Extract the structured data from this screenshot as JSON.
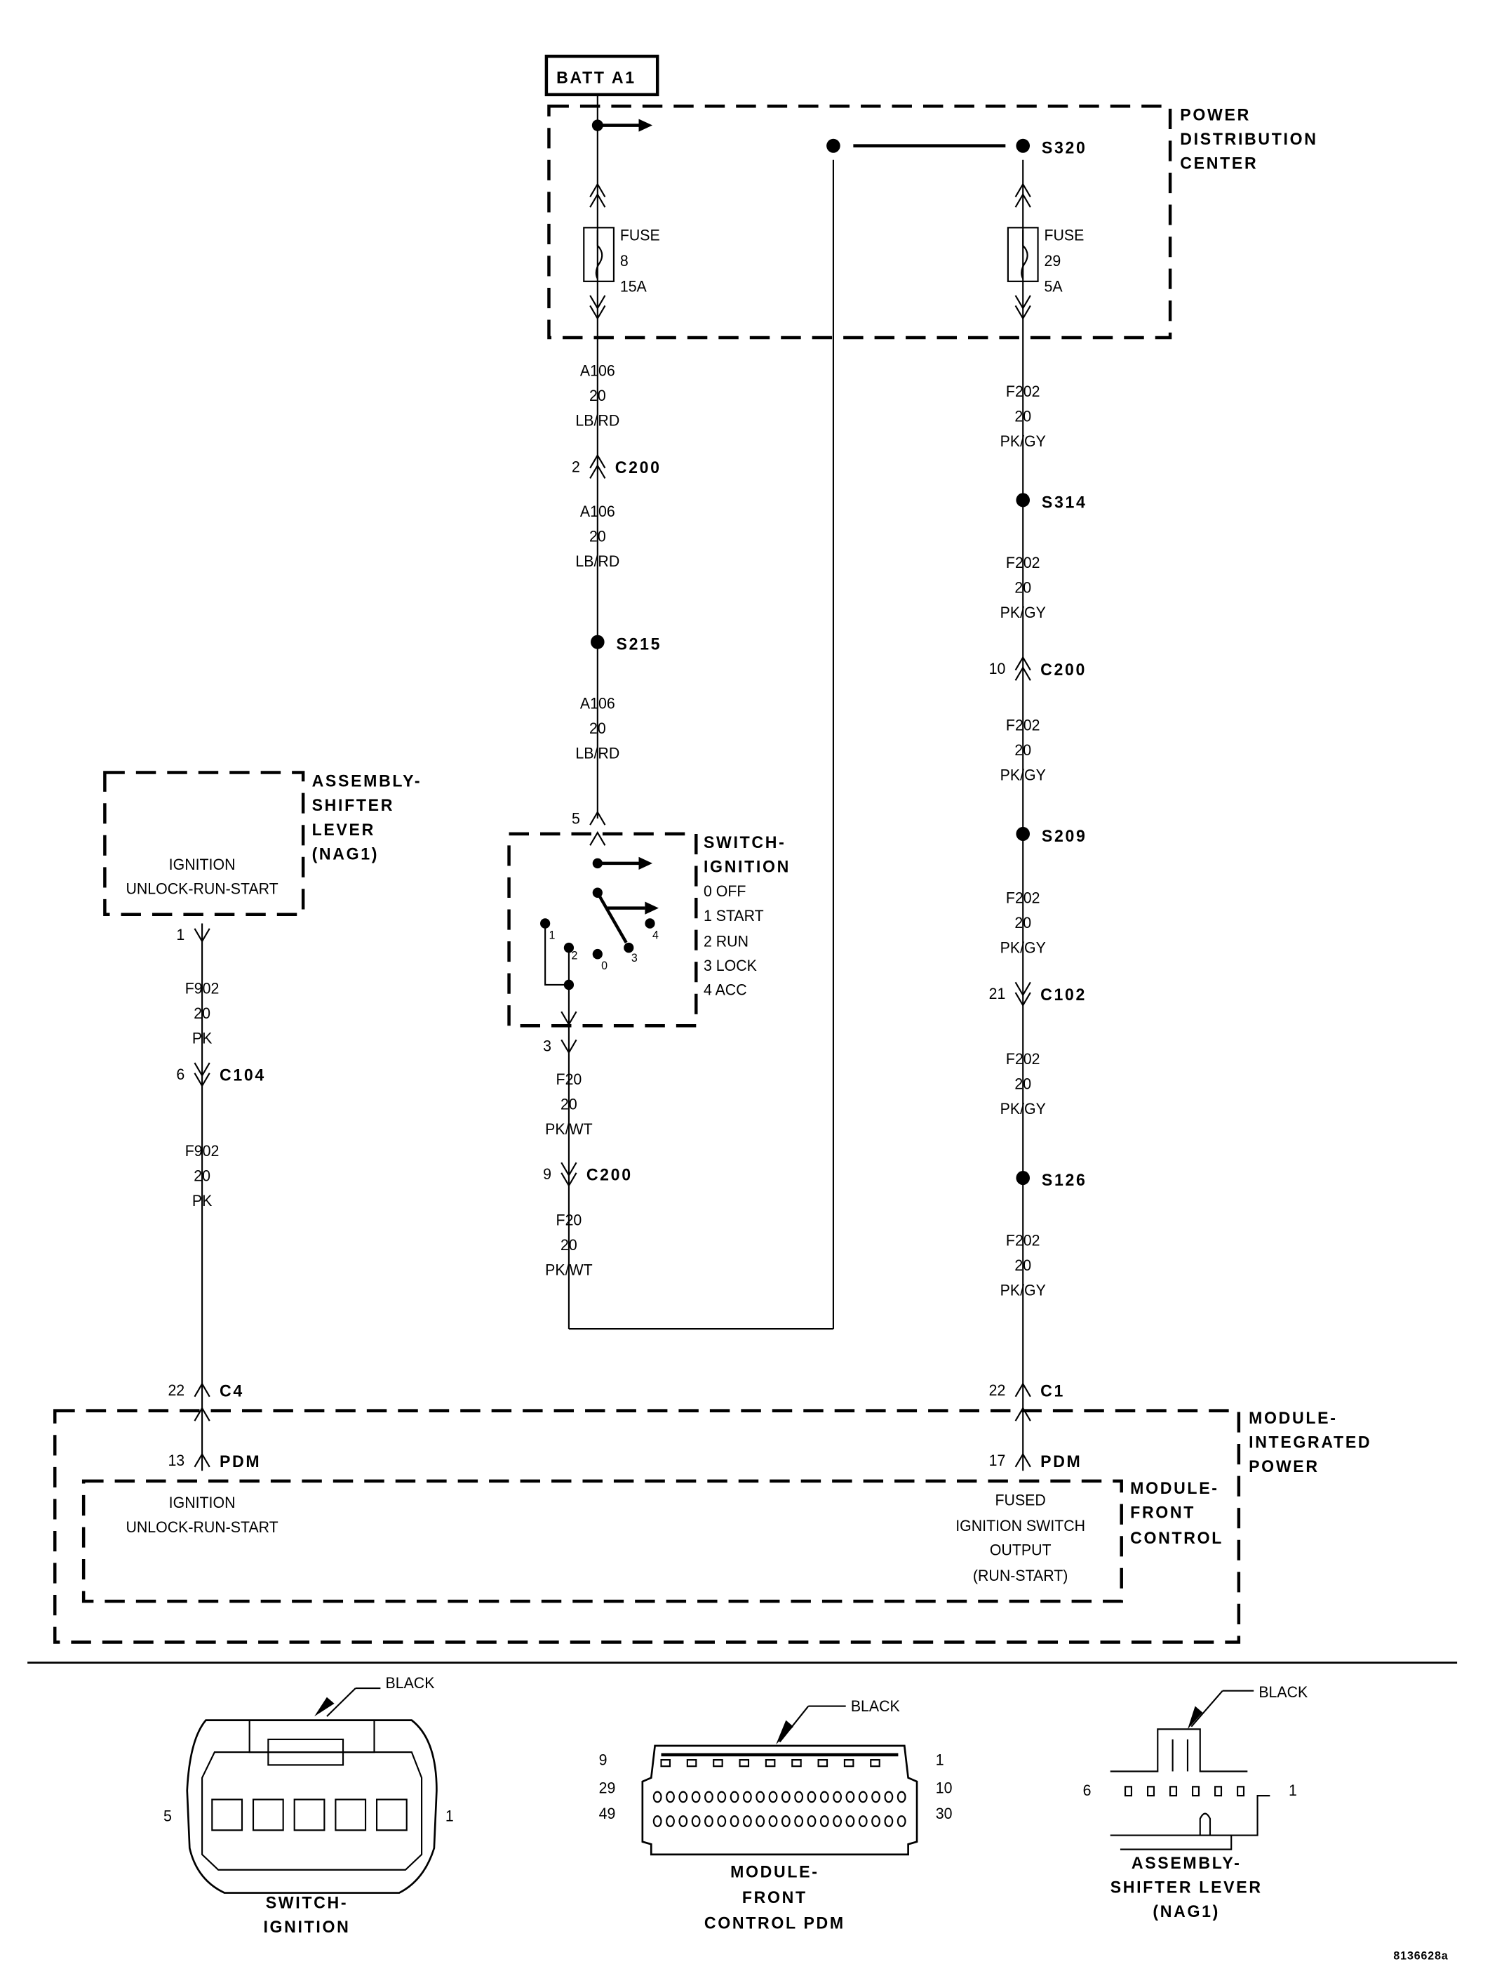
{
  "battery": "BATT A1",
  "pdc": {
    "label": [
      "POWER",
      "DISTRIBUTION",
      "CENTER"
    ],
    "splice": "S320",
    "fuse_8": [
      "FUSE",
      "8",
      "15A"
    ],
    "fuse_29": [
      "FUSE",
      "29",
      "5A"
    ]
  },
  "circuits": {
    "a106": [
      "A106",
      "20",
      "LB/RD"
    ],
    "f20": [
      "F20",
      "20",
      "PK/WT"
    ],
    "f202": [
      "F202",
      "20",
      "PK/GY"
    ],
    "f902": [
      "F902",
      "20",
      "PK"
    ]
  },
  "connectors": {
    "c200_a106": {
      "pin": "2",
      "name": "C200"
    },
    "c200_f20": {
      "pin": "9",
      "name": "C200"
    },
    "c200_f202": {
      "pin": "10",
      "name": "C200"
    },
    "c102": {
      "pin": "21",
      "name": "C102"
    },
    "c104": {
      "pin": "6",
      "name": "C104"
    },
    "c4": {
      "pin": "22",
      "name": "C4"
    },
    "c1": {
      "pin": "22",
      "name": "C1"
    },
    "pdm_13": {
      "pin": "13",
      "name": "PDM"
    },
    "pdm_17": {
      "pin": "17",
      "name": "PDM"
    },
    "switch_in": {
      "pin": "5"
    },
    "switch_out": {
      "pin": "3"
    },
    "shifter_out": {
      "pin": "1"
    }
  },
  "splices": {
    "s215": "S215",
    "s314": "S314",
    "s209": "S209",
    "s126": "S126"
  },
  "switch_ignition": {
    "label": [
      "SWITCH-",
      "IGNITION"
    ],
    "positions": [
      "0 OFF",
      "1 START",
      "2 RUN",
      "3 LOCK",
      "4 ACC"
    ],
    "contacts": [
      "0",
      "1",
      "2",
      "3",
      "4"
    ]
  },
  "shifter": {
    "label": [
      "ASSEMBLY-",
      "SHIFTER",
      "LEVER",
      "(NAG1)"
    ],
    "function": [
      "IGNITION",
      "UNLOCK-RUN-START"
    ]
  },
  "mip": {
    "label": [
      "MODULE-",
      "INTEGRATED",
      "POWER"
    ]
  },
  "fcm": {
    "label": [
      "MODULE-",
      "FRONT",
      "CONTROL"
    ],
    "func_left": [
      "IGNITION",
      "UNLOCK-RUN-START"
    ],
    "func_right": [
      "FUSED",
      "IGNITION SWITCH",
      "OUTPUT",
      "(RUN-START)"
    ]
  },
  "connector_views": {
    "switch": {
      "color": "BLACK",
      "pin_left": "5",
      "pin_right": "1",
      "label": [
        "SWITCH-",
        "IGNITION"
      ]
    },
    "fcm": {
      "color": "BLACK",
      "pins_left": [
        "9",
        "29",
        "49"
      ],
      "pins_right": [
        "1",
        "10",
        "30"
      ],
      "label": [
        "MODULE-",
        "FRONT",
        "CONTROL PDM"
      ]
    },
    "shifter": {
      "color": "BLACK",
      "pin_left": "6",
      "pin_right": "1",
      "label": [
        "ASSEMBLY-",
        "SHIFTER LEVER",
        "(NAG1)"
      ]
    }
  },
  "figure_id": "8136628a"
}
